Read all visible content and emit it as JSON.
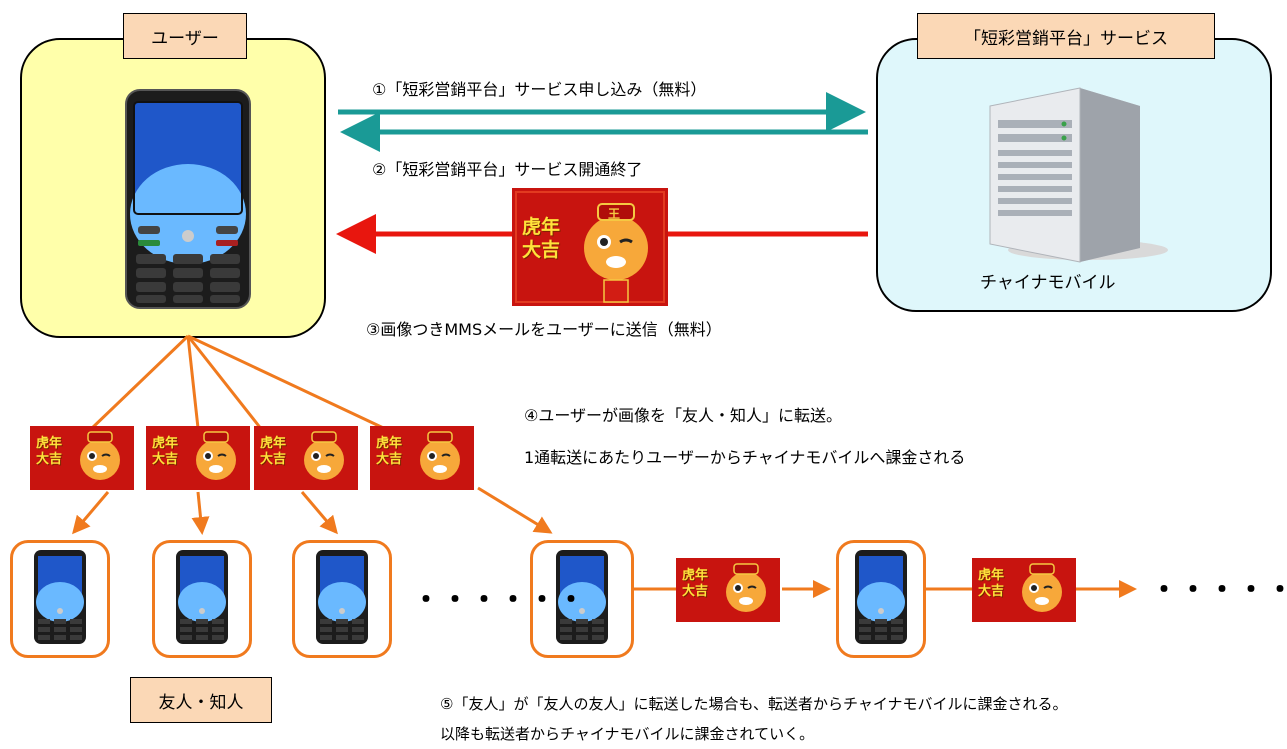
{
  "labels": {
    "user": "ユーザー",
    "service": "「短彩営銷平台」サービス",
    "provider": "チャイナモバイル",
    "friends": "友人・知人"
  },
  "steps": {
    "s1": "①「短彩営銷平台」サービス申し込み（無料）",
    "s2": "②「短彩営銷平台」サービス開通終了",
    "s3": "③画像つきMMSメールをユーザーに送信（無料）",
    "s4_line1": "④ユーザーが画像を「友人・知人」に転送。",
    "s4_line2": "1通転送にあたりユーザーからチャイナモバイルへ課金される",
    "s5_line1": "⑤「友人」が「友人の友人」に転送した場合も、転送者からチャイナモバイルに課金される。",
    "s5_line2": "以降も転送者からチャイナモバイルに課金されていく。"
  },
  "card": {
    "line1": "虎年",
    "line2": "大吉",
    "hat": "王"
  },
  "ellipsis": "・・・・・・",
  "colors": {
    "teal": "#1a9a96",
    "red": "#e8160e",
    "orange": "#f07a1e",
    "userBox": "#ffffaa",
    "serviceBox": "#dff7fb",
    "tag": "#fbd8b6"
  }
}
